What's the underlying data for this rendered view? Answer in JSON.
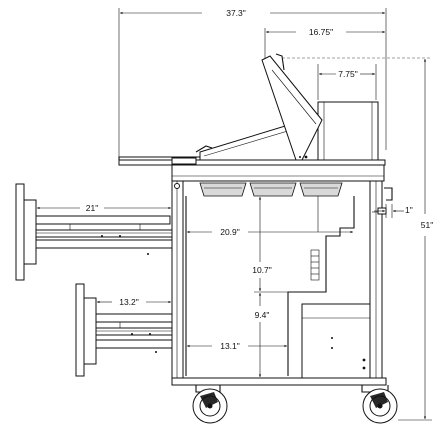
{
  "dimensions": {
    "overall_width": "37.3\"",
    "upper_depth": "16.75\"",
    "hood_offset": "7.75\"",
    "side_clearance": "1\"",
    "overall_height": "51\"",
    "drawer_upper_extension": "21\"",
    "cabinet_depth": "20.9\"",
    "cabinet_height_upper": "10.7\"",
    "drawer_lower_extension": "13.2\"",
    "cabinet_height_lower": "9.4\"",
    "lower_depth": "13.1\""
  }
}
